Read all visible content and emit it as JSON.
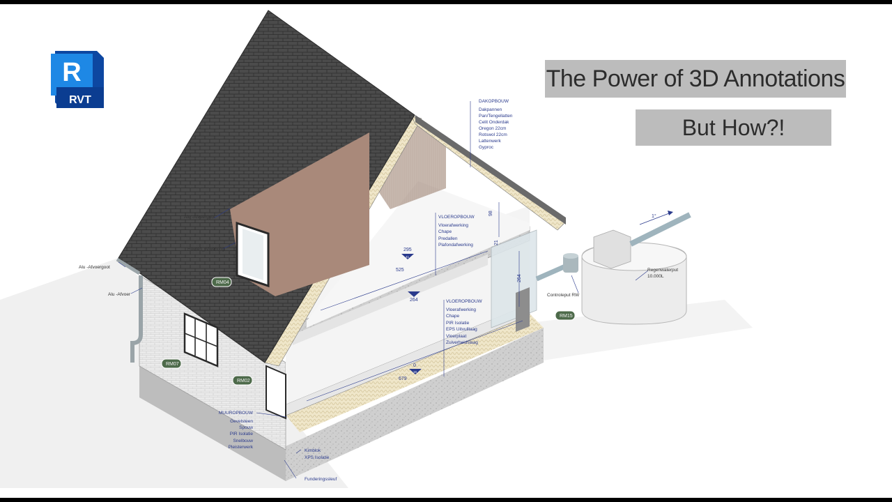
{
  "logo": {
    "letter": "R",
    "text": "RVT"
  },
  "titles": {
    "main": "The Power of 3D Annotations",
    "sub": "But How?!"
  },
  "annotations": {
    "dakopbouw": {
      "heading": "DAKOPBOUW",
      "items": [
        "Dakpannen",
        "Pan/Tengellatten",
        "Celit Onderdak",
        "Oregon 22cm",
        "Rotswol 22cm",
        "Lattenwerk",
        "Gyproc"
      ]
    },
    "vloeropbouw_1": {
      "heading": "VLOEROPBOUW",
      "items": [
        "Vloerafwerking",
        "Chape",
        "Predallen",
        "Plafondafwerking"
      ]
    },
    "vloeropbouw_2": {
      "heading": "VLOEROPBOUW",
      "items": [
        "Vloerafwerking",
        "Chape",
        "PIR Isolatie",
        "EPS Uitvulllaag",
        "Vloerplaat",
        "Zuiverheidslaag"
      ]
    },
    "muuropbouw": {
      "heading": "MUUROPBOUW",
      "items": [
        "Gevelsteen",
        "Spouw",
        "PIR Isolatie",
        "Snelbouw",
        "Pleisterwerk"
      ]
    },
    "alu_afvoergoot_1": "Alu -Afvoergoot",
    "alu_afvoergoot_2": "Alu -Afvoergoot",
    "alu_afvoer": "Alu -Afvoer",
    "houten_afwerking": "Houten_Afwerking",
    "controleput": "Controleput RW",
    "regenwaterput": "Regenwaterput",
    "regenwaterput_volume": "10.000L",
    "kimblok": "Kimblok",
    "xps": "XPS Isolatie",
    "funderingssleuf": "Funderingssleuf",
    "slope": "1°"
  },
  "room_tags": [
    "RM04",
    "RM07",
    "RM02",
    "RM15"
  ],
  "dimensions": {
    "d1": "525",
    "d2": "679",
    "d3": "264",
    "d4": "98",
    "d5": "21",
    "lvl1_top": "295",
    "lvl1_bot": "41",
    "lvl2_top": "264",
    "lvl3_top": "0",
    "lvl3_bot": "16"
  },
  "colors": {
    "roof": "#4a4a4a",
    "brick": "#e8e8e8",
    "tag_green": "#4d6a4a",
    "annotation_blue": "#2a3a8c",
    "logo_blue": "#1565c0"
  }
}
